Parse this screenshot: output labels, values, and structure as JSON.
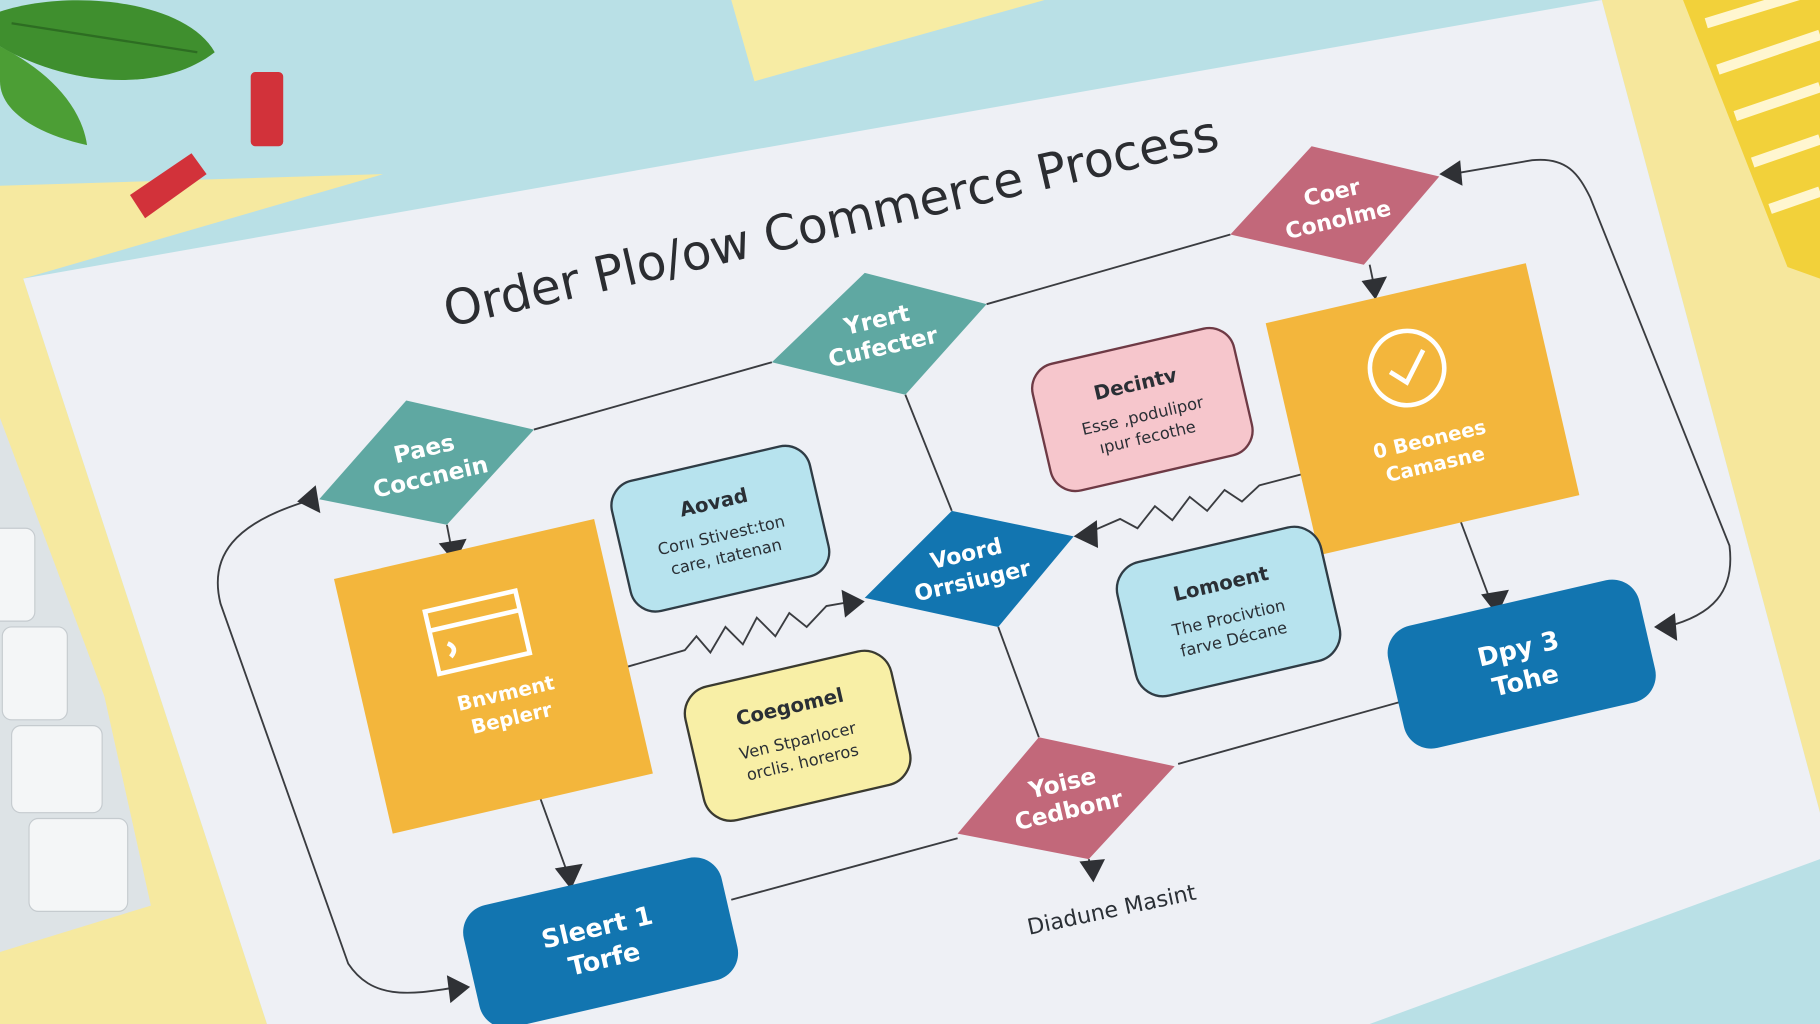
{
  "title": "Order Plo/ow Commerce Process",
  "colors": {
    "teal": "#5fa8a2",
    "rose": "#c2687a",
    "blue": "#1275b0",
    "orange": "#f3b63c",
    "light_blue": "#b7e3ee",
    "pink": "#f6c6cc",
    "yellow": "#f8efa6",
    "paper": "#eef0f5"
  },
  "diamonds": [
    {
      "id": "yrert",
      "lines": [
        "Yrert",
        "Cufecter"
      ]
    },
    {
      "id": "paes",
      "lines": [
        "Paes",
        "Coccnein"
      ]
    },
    {
      "id": "coer",
      "lines": [
        "Coer",
        "Conolme"
      ]
    },
    {
      "id": "voord",
      "lines": [
        "Voord",
        "Orrsiuger"
      ]
    },
    {
      "id": "yoise",
      "lines": [
        "Yoise",
        "Cedbonr"
      ]
    }
  ],
  "squares": [
    {
      "id": "payment",
      "icon": "window-icon",
      "lines": [
        "Bnvment",
        "Beplerr"
      ]
    },
    {
      "id": "confirm",
      "icon": "check-circle-icon",
      "lines": [
        "0  Beonees",
        "Camasne"
      ]
    }
  ],
  "notes": [
    {
      "id": "aovad",
      "title": "Aovad",
      "lines": [
        "Corıı Stivest:ton",
        "care, ıtatenan"
      ]
    },
    {
      "id": "decintv",
      "title": "Decintv",
      "lines": [
        "Esse ,podulipor",
        "ıpur fecothe"
      ]
    },
    {
      "id": "lomoent",
      "title": "Lomoent",
      "lines": [
        "The Procivtion",
        "farve Décane"
      ]
    },
    {
      "id": "coegomel",
      "title": "Coegomel",
      "lines": [
        "Ven Stparlocer",
        "orclis. horeros"
      ]
    }
  ],
  "terminals": [
    {
      "id": "dpy",
      "lines": [
        "Dpy 3",
        "Tohe"
      ]
    },
    {
      "id": "sleert",
      "lines": [
        "Sleert 1",
        "Torfe"
      ]
    }
  ],
  "end_label": "Diadune Masint"
}
